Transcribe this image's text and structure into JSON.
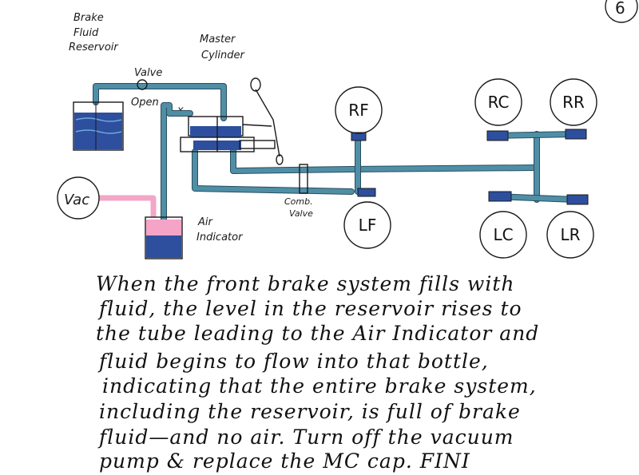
{
  "page_number": "6",
  "labels": {
    "reservoir": [
      "Brake",
      "Fluid",
      "Reservoir"
    ],
    "valve": "Valve",
    "open": "Open",
    "x_mark": "x",
    "master_cylinder": [
      "Master",
      "Cylinder"
    ],
    "vac": "Vac",
    "air_indicator": [
      "Air",
      "Indicator"
    ],
    "comb_valve": [
      "Comb.",
      "Valve"
    ]
  },
  "wheels": {
    "rf": "RF",
    "lf": "LF",
    "rc": "RC",
    "rr": "RR",
    "lc": "LC",
    "lr": "LR"
  },
  "caption": [
    "When the front brake system fills with",
    "fluid, the level in the reservoir rises to",
    "the tube leading to the Air Indicator and",
    "fluid begins to flow into that bottle,",
    "indicating that the entire brake system,",
    "including the reservoir, is full of brake",
    "fluid—and no air.  Turn off the vacuum",
    "pump & replace the MC cap.  FINI"
  ],
  "colors": {
    "fluid": "#2d4f9e",
    "tube": "#4f8fa6",
    "vacuum": "#f2a6c8",
    "ink": "#1a1a1a"
  }
}
